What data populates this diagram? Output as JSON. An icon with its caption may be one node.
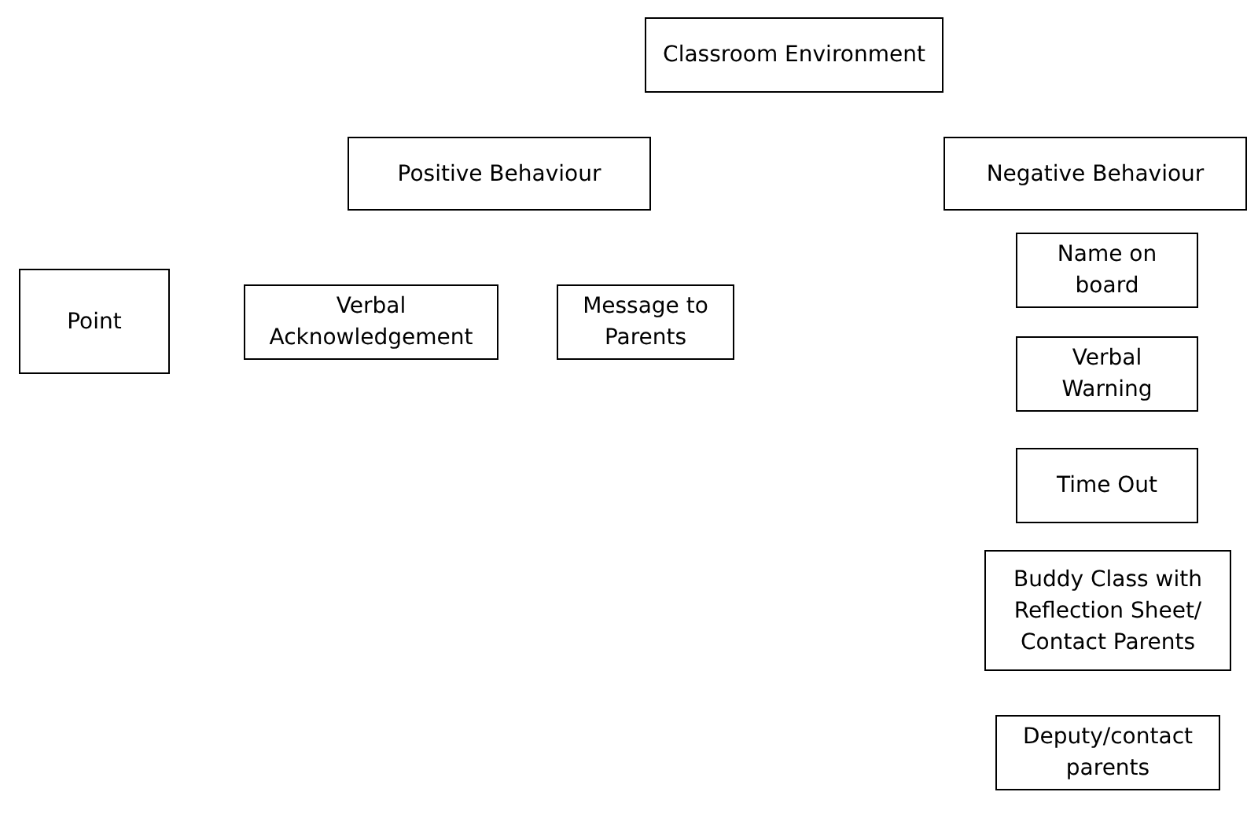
{
  "diagram": {
    "nodes": [
      {
        "text": [
          "Classroom Environment"
        ]
      },
      {
        "text": [
          "Positive Behaviour"
        ]
      },
      {
        "text": [
          "Negative Behaviour"
        ]
      },
      {
        "text": [
          "Point"
        ]
      },
      {
        "text": [
          "Verbal Acknowledgement"
        ]
      },
      {
        "text": [
          "Message to Parents"
        ]
      },
      {
        "text": [
          "Name on board"
        ]
      },
      {
        "text": [
          "Verbal Warning"
        ]
      },
      {
        "text": [
          "Time Out"
        ]
      },
      {
        "text": [
          "Buddy Class with Reflection Sheet/ Contact Parents"
        ]
      },
      {
        "text": [
          "Deputy/contact parents"
        ]
      }
    ]
  }
}
